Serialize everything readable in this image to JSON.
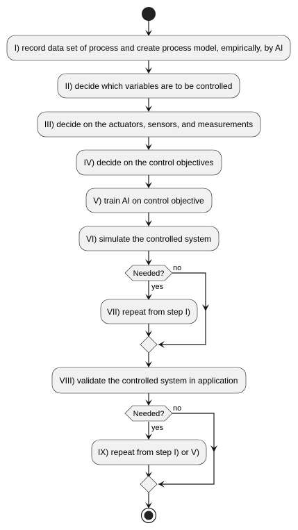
{
  "diagram": {
    "type": "activity",
    "steps": [
      {
        "id": "s1",
        "label": "I) record data set of process and create process model, empirically, by AI"
      },
      {
        "id": "s2",
        "label": "II) decide which variables are to be controlled"
      },
      {
        "id": "s3",
        "label": "III) decide on the actuators, sensors, and measurements"
      },
      {
        "id": "s4",
        "label": "IV) decide on the control objectives"
      },
      {
        "id": "s5",
        "label": "V) train AI on control objective"
      },
      {
        "id": "s6",
        "label": "VI) simulate the controlled system"
      },
      {
        "id": "s7",
        "label": "VII) repeat from step I)"
      },
      {
        "id": "s8",
        "label": "VIII) validate the controlled system in application"
      },
      {
        "id": "s9",
        "label": "IX) repeat from step I) or V)"
      }
    ],
    "decisions": [
      {
        "id": "d1",
        "question": "Needed?",
        "yes_label": "yes",
        "no_label": "no"
      },
      {
        "id": "d2",
        "question": "Needed?",
        "yes_label": "yes",
        "no_label": "no"
      }
    ]
  },
  "colors": {
    "node_fill": "#F1F1F1",
    "stroke": "#181818",
    "text": "#000000",
    "background": "#FFFFFF"
  }
}
